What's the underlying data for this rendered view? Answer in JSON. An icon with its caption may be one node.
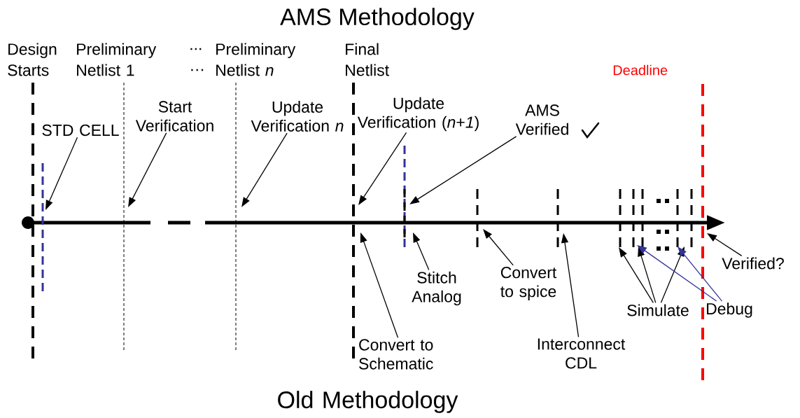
{
  "diagram": {
    "title": "AMS Methodology",
    "nodes": [
      {
        "text": [
          "STD CELL"
        ]
      },
      {
        "text": [
          "Start Verification"
        ]
      },
      {
        "text": [
          "Update Verification *n*"
        ]
      },
      {
        "text": [
          "Update Verification (*n*+*1*)"
        ]
      },
      {
        "text": [
          "AMS Verified"
        ]
      },
      {
        "text": [
          "Convert to Schematic"
        ]
      },
      {
        "text": [
          "Stitch Analog"
        ]
      },
      {
        "text": [
          "Convert to spice"
        ]
      },
      {
        "text": [
          "Interconnect CDL"
        ]
      },
      {
        "text": [
          "Simulate"
        ]
      },
      {
        "text": [
          "Debug"
        ]
      },
      {
        "text": [
          "Verified?"
        ]
      }
    ],
    "edges": [
      {
        "from": 0,
        "to": null,
        "arrow": "to"
      },
      {
        "from": 1,
        "to": null,
        "arrow": "to"
      },
      {
        "from": 2,
        "to": null,
        "arrow": "to"
      },
      {
        "from": 3,
        "to": null,
        "arrow": "to"
      },
      {
        "from": 4,
        "to": null,
        "arrow": "to"
      },
      {
        "from": 5,
        "to": null,
        "arrow": "to"
      },
      {
        "from": 6,
        "to": null,
        "arrow": "to"
      },
      {
        "from": 7,
        "to": null,
        "arrow": "to"
      },
      {
        "from": 8,
        "to": null,
        "arrow": "to"
      },
      {
        "from": 9,
        "to": null,
        "arrow": "to"
      },
      {
        "from": 9,
        "to": null,
        "arrow": "to"
      },
      {
        "from": 9,
        "to": null,
        "arrow": "to"
      },
      {
        "from": 10,
        "to": null,
        "arrow": "to",
        "color": "#333399"
      },
      {
        "from": 10,
        "to": null,
        "arrow": "to",
        "color": "#333399"
      },
      {
        "from": 11,
        "to": null,
        "arrow": "to"
      }
    ],
    "labels": [
      "Design Starts",
      "Preliminary Netlist 1",
      "...",
      "…",
      "Preliminary Netlist *n*",
      "Final Netlist",
      "Deadline",
      "Old Methodology"
    ]
  }
}
